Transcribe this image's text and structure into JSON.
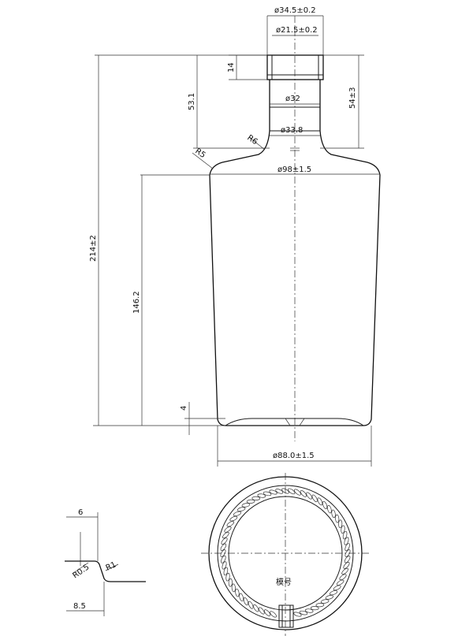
{
  "dimensions": {
    "cap_outer_dia": "ø34.5±0.2",
    "cap_inner_dia": "ø21.5±0.2",
    "cap_height": "14",
    "neck_dia": "ø32",
    "neck_length": "53.1",
    "neck_base_dia": "ø33.8",
    "neck_to_shoulder": "54±3",
    "shoulder_radius": "R6",
    "body_corner_radius": "R5",
    "shoulder_dia": "ø98±1.5",
    "total_height": "214±2",
    "body_height": "146.2",
    "base_height": "4",
    "base_dia": "ø88.0±1.5"
  },
  "detail": {
    "width_top": "6",
    "radius_a": "R0.5",
    "radius_b": "R1",
    "width_bottom": "8.5"
  },
  "bottom_view": {
    "mark_label": "模号"
  }
}
